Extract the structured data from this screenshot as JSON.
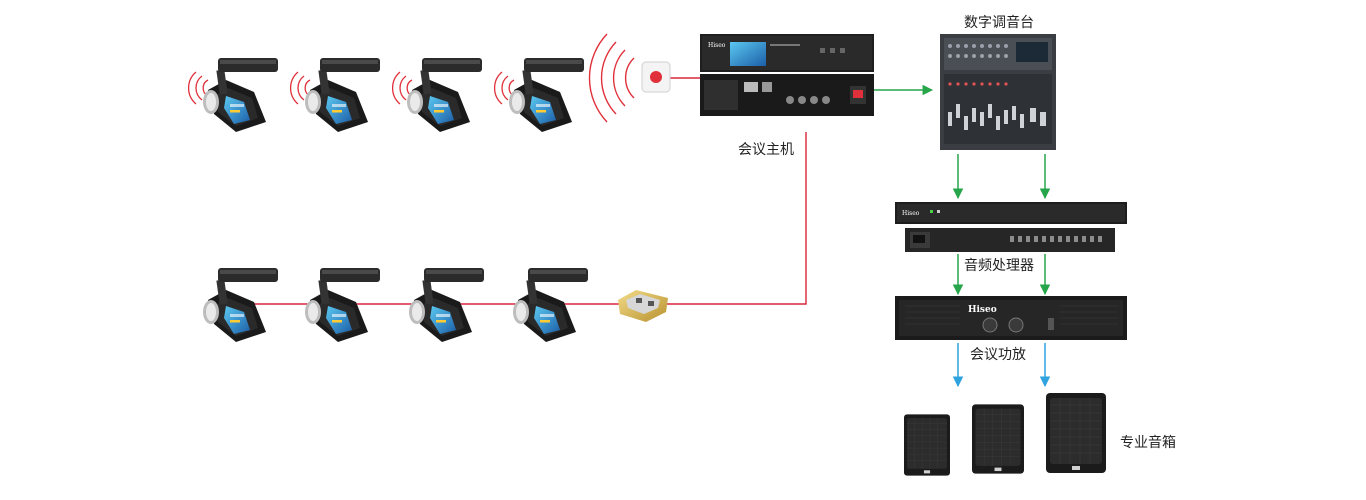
{
  "labels": {
    "conference_host": "会议主机",
    "digital_mixer": "数字调音台",
    "audio_processor": "音频处理器",
    "conference_amplifier": "会议功放",
    "pro_speakers": "专业音箱"
  },
  "devices": {
    "wireless_mics": {
      "count": 4
    },
    "wired_mics": {
      "count": 4
    },
    "wireless_ap": {},
    "floor_socket": {},
    "conference_host": {
      "brand": "Hiseo"
    },
    "audio_processor": {
      "brand": "Hiseo"
    },
    "amplifier": {
      "brand": "Hiseo"
    },
    "speakers": {
      "count": 3
    }
  },
  "colors": {
    "wired_link": "#d9263b",
    "wireless_signal": "#e0303a",
    "audio_link": "#27a54a",
    "speaker_link": "#2ea3e0"
  }
}
